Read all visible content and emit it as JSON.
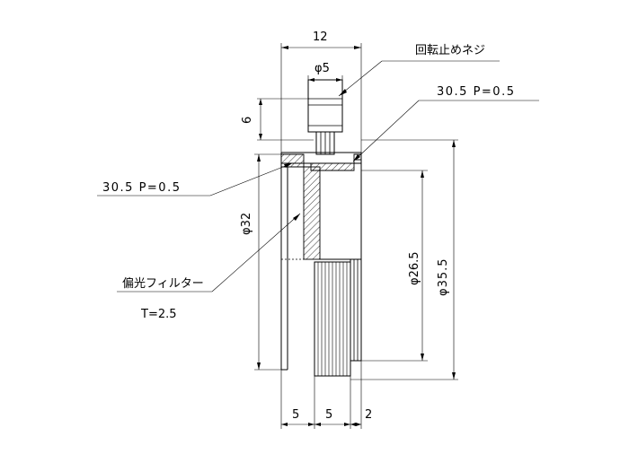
{
  "labels": {
    "dim_width_top": "12",
    "dim_dia_screw": "φ5",
    "dim_height_screw": "6",
    "label_lock_screw": "回転止めネジ",
    "thread_right": "30.5 P=0.5",
    "thread_left": "30.5 P=0.5",
    "dim_dia_32": "φ32",
    "dim_dia_26_5": "φ26.5",
    "dim_dia_35_5": "φ35.5",
    "label_polarizer": "偏光フィルター",
    "label_thickness": "T=2.5",
    "dim_bottom_1": "5",
    "dim_bottom_2": "5",
    "dim_bottom_3": "2"
  },
  "colors": {
    "line": "#000000",
    "background": "#ffffff"
  }
}
